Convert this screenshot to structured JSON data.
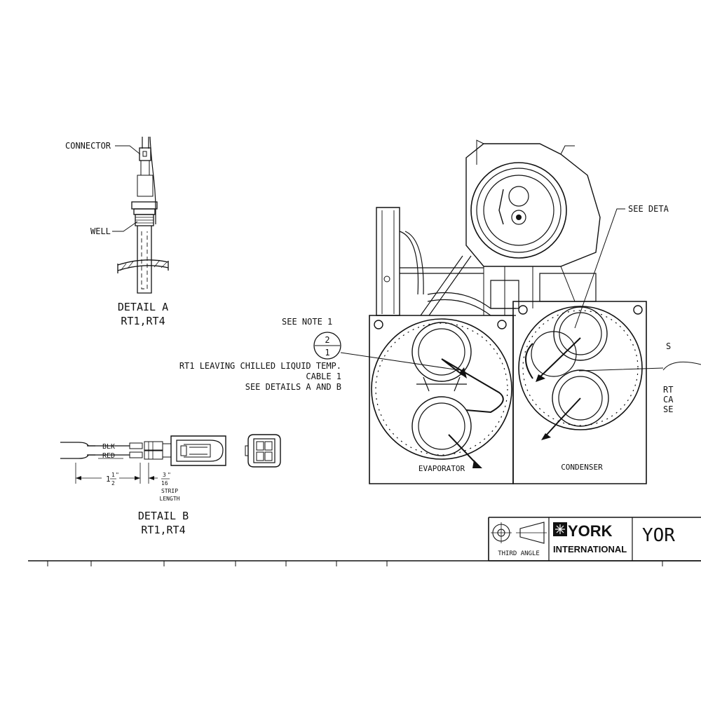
{
  "detail_a": {
    "connector_label": "CONNECTOR",
    "well_label": "WELL",
    "title": "DETAIL A",
    "subtitle": "RT1,RT4"
  },
  "detail_b": {
    "wire_black": "BLK",
    "wire_red": "RED",
    "dim_length_whole": "1",
    "dim_length_num": "1",
    "dim_length_den": "2",
    "dim_length_unit": "\"",
    "dim_strip_num": "3",
    "dim_strip_den": "16",
    "dim_strip_unit": "\"",
    "strip_label_1": "STRIP",
    "strip_label_2": "LENGTH",
    "title": "DETAIL B",
    "subtitle": "RT1,RT4"
  },
  "callouts": {
    "see_note": "SEE NOTE 1",
    "balloon_top": "2",
    "balloon_bottom": "1",
    "rt1_line1": "RT1 LEAVING CHILLED LIQUID TEMP.",
    "rt1_line2": "CABLE 1",
    "rt1_line3": "SEE DETAILS A AND B",
    "see_detail_right": "SEE DETA",
    "right_cut_s": "S",
    "right_cut_rt": "RT",
    "right_cut_ca": "CA",
    "right_cut_se": "SE"
  },
  "shells": {
    "evaporator": "EVAPORATOR",
    "condenser": "CONDENSER"
  },
  "title_block": {
    "projection": "THIRD ANGLE",
    "brand_top": "YORK",
    "brand_bottom": "INTERNATIONAL",
    "drawing_title_partial": "YOR"
  }
}
